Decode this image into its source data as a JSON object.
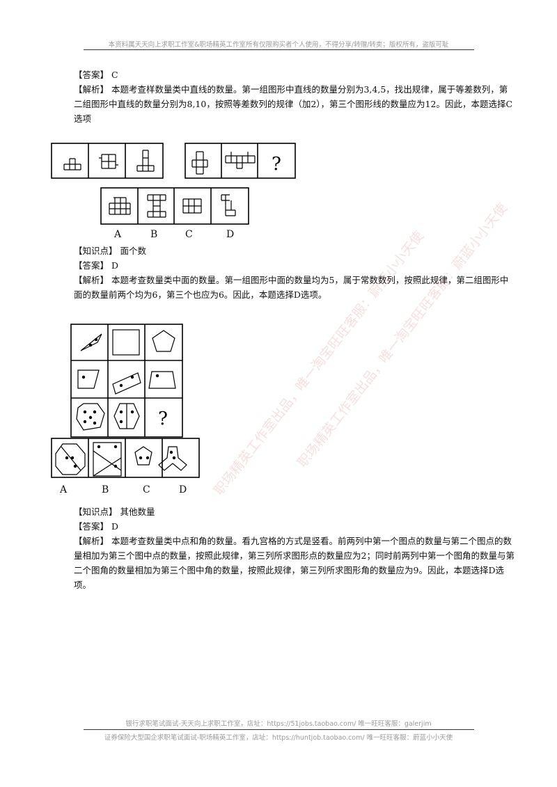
{
  "header": {
    "notice": "本资料属天天向上求职工作室&职场精英工作室所有仅限购买者个人使用，不得分享/转赠/转卖；版权所有，盗版可耻"
  },
  "section1": {
    "answer": "【答案】 C",
    "analysis_line1": "【解析】 本题考查样数量类中直线的数量。第一组图形中直线的数量分别为3,4,5，找出规律，属于等差数列，第",
    "analysis_line2": "二组图形中直线的数量分别为8,10，按照等差数列的规律（加2），第三个图形线的数量应为12。因此，本题选择C",
    "analysis_line3": "选项"
  },
  "figure1": {
    "question_mark": "?",
    "options": [
      "A",
      "B",
      "C",
      "D"
    ]
  },
  "section2": {
    "knowledge": "【知识点】 面个数",
    "answer": "【答案】 D",
    "analysis_line1": "【解析】 本题考查数量类中面的数量。第一组图形中面的数量均为5，属于常数数列，按照此规律，第二组图形中",
    "analysis_line2": "面的数量前两个均为6，第三个也应为6。因此，本题选择D选项。"
  },
  "figure2": {
    "question_mark": "?",
    "options": [
      "A",
      "B",
      "C",
      "D"
    ]
  },
  "section3": {
    "knowledge": "【知识点】 其他数量",
    "answer": "【答案】 D",
    "analysis_line1": "【解析】 本题考查数量类中点和角的数量。看九宫格的方式是竖看。前两列中第一个图点的数量与第二个图点的数",
    "analysis_line2": "量相加为第三个图中点的数量，按照此规律，第三列所求图形点的数量应为2；同时前两列中第一个图角的数量与第",
    "analysis_line3": "二个图角的数量相加为第三个图中角的数量，按照此规律，第三列所求图形角的数量应为9。因此，本题选择D选项。"
  },
  "footer": {
    "line1": "银行求职笔试面试-天天向上求职工作室，店址：https://51jobs.taobao.com/ 唯一旺旺客服：galerjim",
    "line2": "证券保险大型国企求职笔试面试-职场精英工作室，店址：https://huntjob.taobao.com/ 唯一旺旺客服：蔚蓝小小天使"
  },
  "watermarks": [
    "职场精英工作室出品，唯一淘宝旺旺客服：蔚蓝小小天使",
    "职场精英工作室出品，唯一淘宝旺旺客服：蔚蓝小小天使"
  ]
}
